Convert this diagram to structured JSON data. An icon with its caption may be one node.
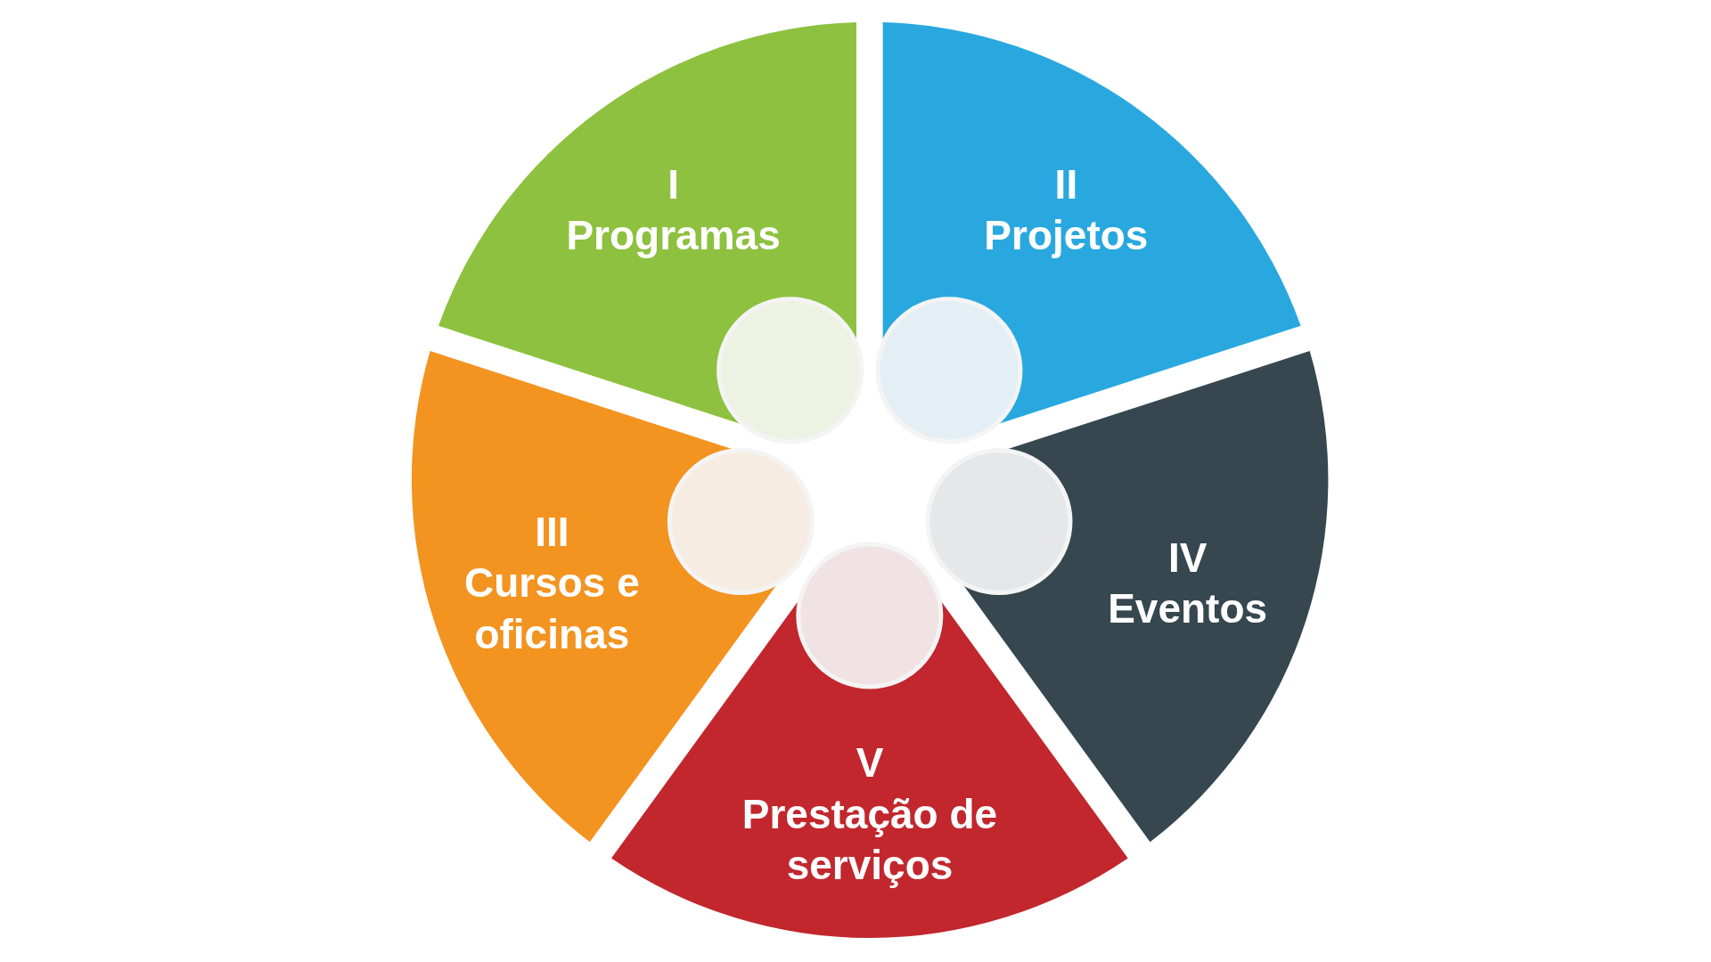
{
  "diagram": {
    "nodes": [
      {
        "text": [
          "I",
          "Programas"
        ]
      },
      {
        "text": [
          "II",
          "Projetos"
        ]
      },
      {
        "text": [
          "IV",
          "Eventos"
        ]
      },
      {
        "text": [
          "V",
          "Prestação de serviços"
        ]
      },
      {
        "text": [
          "III",
          "Cursos e oficinas"
        ]
      }
    ]
  }
}
